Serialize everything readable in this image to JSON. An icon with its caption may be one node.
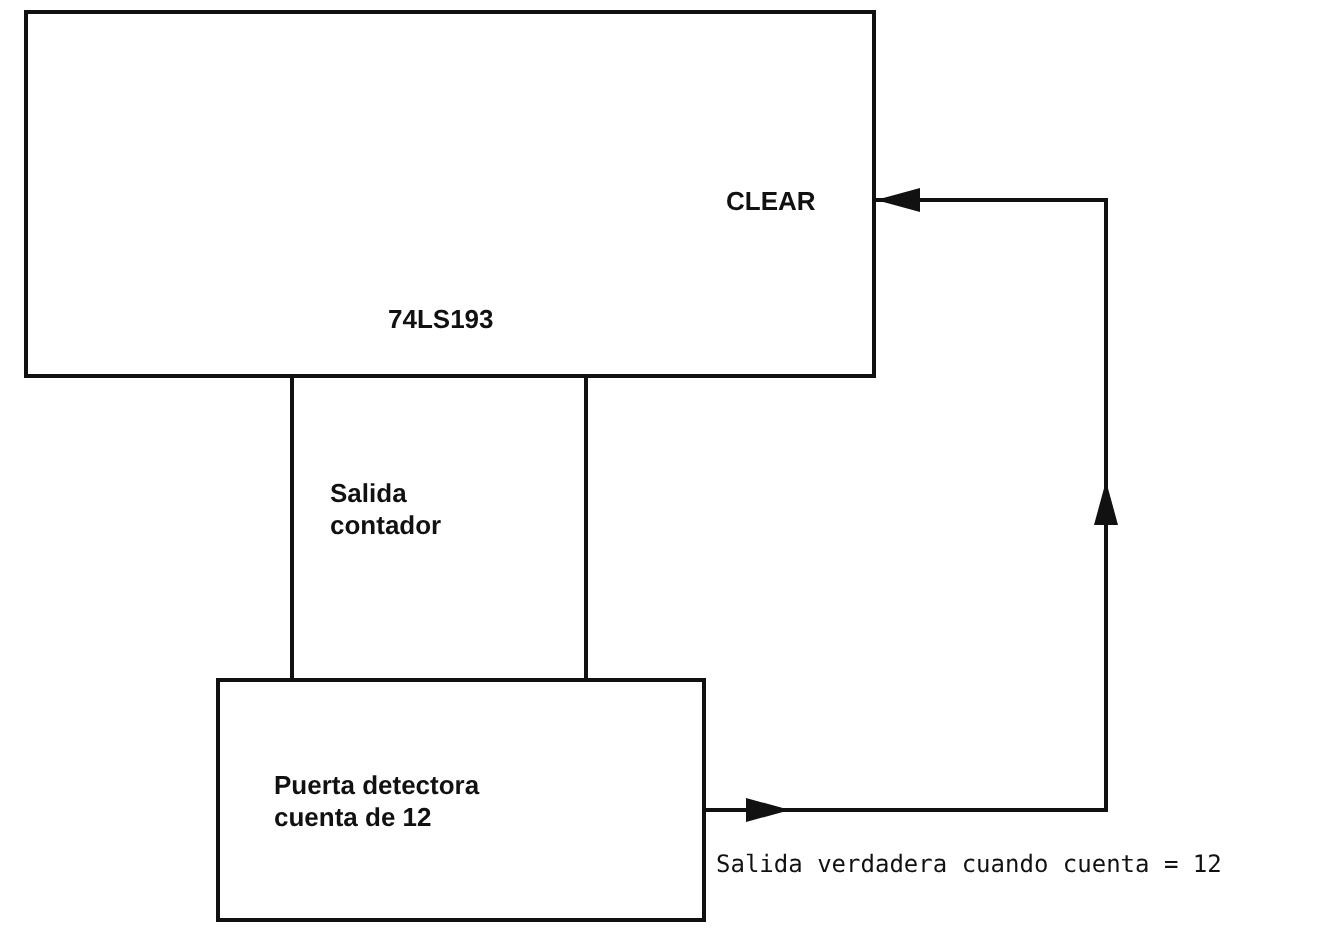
{
  "diagram": {
    "nodes": [
      {
        "text": [
          "CLEAR",
          "74LS193"
        ]
      },
      {
        "text": [
          "Salida contador"
        ]
      },
      {
        "text": [
          "Puerta detectora cuenta de 12"
        ]
      }
    ],
    "edges": [
      {
        "from": 2,
        "to": 0,
        "arrow": "to",
        "label": "Salida verdadera cuando cuenta = 12"
      }
    ]
  }
}
